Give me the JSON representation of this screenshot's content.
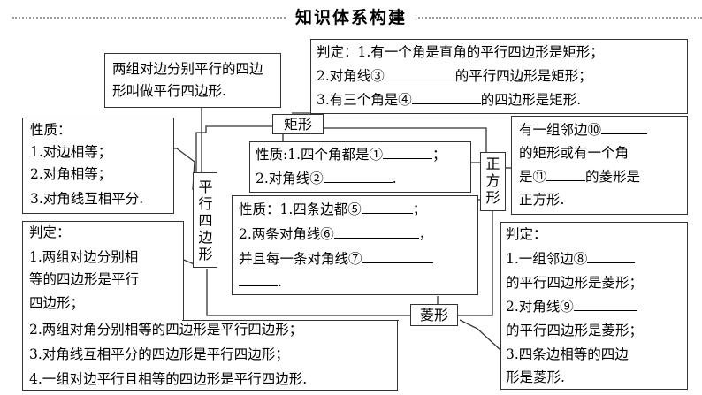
{
  "title": "知识体系构建",
  "center": {
    "parallelogram": "平行四边形",
    "rectangle": "矩形",
    "square": "正方形",
    "rhombus": "菱形"
  },
  "definition": {
    "line1": "两组对边分别平行的四边",
    "line2": "形叫做平行四边形."
  },
  "para_property": {
    "heading": "性质：",
    "items": [
      "1.对边相等；",
      "2.对角相等；",
      "3.对角线互相平分."
    ]
  },
  "para_judgement": {
    "heading": "判定：",
    "lines": [
      "1.两组对边分别相",
      "等的四边形是平行",
      "四边形；",
      "2.两组对角分别相等的四边形是平行四边形；",
      "3.对角线互相平分的四边形是平行四边形；",
      "4.一组对边平行且相等的四边形是平行四边形."
    ]
  },
  "rect_judgement": {
    "l1": "判定：1.有一个角是直角的平行四边形是矩形；",
    "l2a": "2.对角线③",
    "l2b": "的平行四边形是矩形；",
    "l3a": "3.有三个角是④",
    "l3b": "的四边形是矩形."
  },
  "rect_property": {
    "l1a": "性质:1.四个角都是①",
    "l1b": "；",
    "l2a": "2.对角线②",
    "l2b": "."
  },
  "rhombus_property": {
    "l1a": "性质：1.四条边都⑤",
    "l1b": "；",
    "l2a": "2.两条对角线⑥",
    "l2b": "，",
    "l3a": "并且每一条对角线⑦",
    "l4b": "."
  },
  "square_def": {
    "l1a": "有一组邻边⑩",
    "l2": "的矩形或有一个角",
    "l3a": "是⑪",
    "l3b": "的菱形是",
    "l4": "正方形."
  },
  "rhombus_judgement": {
    "heading": "判定：",
    "l1a": "1.一组邻边⑧",
    "l2": "的平行四边形是菱形；",
    "l3a": "2.对角线⑨",
    "l4": "的平行四边形是菱形；",
    "l5": "3.四条边相等的四边",
    "l6": "形是菱形."
  }
}
